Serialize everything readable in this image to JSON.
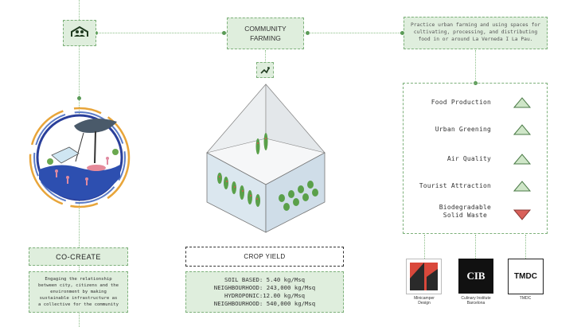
{
  "center_node": {
    "title_line1": "COMMUNITY",
    "title_line2": "FARMING"
  },
  "description": {
    "line1": "Practice urban farming and using spaces for",
    "line2": "cultivating, processing, and distributing",
    "line3": "food in or around La Verneda I La Pau."
  },
  "impacts": [
    {
      "label": "Food Production",
      "trend": "up"
    },
    {
      "label": "Urban Greening",
      "trend": "up"
    },
    {
      "label": "Air Quality",
      "trend": "up"
    },
    {
      "label": "Tourist Attraction",
      "trend": "up"
    },
    {
      "label": "Biodegradable\nSolid Waste",
      "trend": "down"
    }
  ],
  "cocreate": {
    "title": "CO-CREATE",
    "line1": "Engaging the relationship",
    "line2": "between city, citizens and the",
    "line3": "environment by making",
    "line4": "sustainable infrastructure as",
    "line5": "a collective for the community"
  },
  "crop_yield": {
    "title": "CROP YIELD",
    "line1": "SOIL BASED: 5.40 kg/Msq",
    "line2": "NEIGHBOURHOOD: 243,000 kg/Msq",
    "line3": "HYDROPONIC:12.00 kg/Msq",
    "line4": "NEIGHBOURHOOD: 540,000 kg/Msq"
  },
  "partners": [
    {
      "caption_line1": "Minicamper",
      "caption_line2": "Design"
    },
    {
      "mark": "CIB",
      "caption_line1": "Culinary Institute",
      "caption_line2": "Barcelona"
    },
    {
      "mark": "TMDC",
      "caption_line1": "TMDC",
      "caption_line2": ""
    }
  ],
  "colors": {
    "green_fill": "#dfeedd",
    "green_border": "#7db07a",
    "up_arrow": "#cfe6c8",
    "down_arrow": "#d9605a"
  }
}
